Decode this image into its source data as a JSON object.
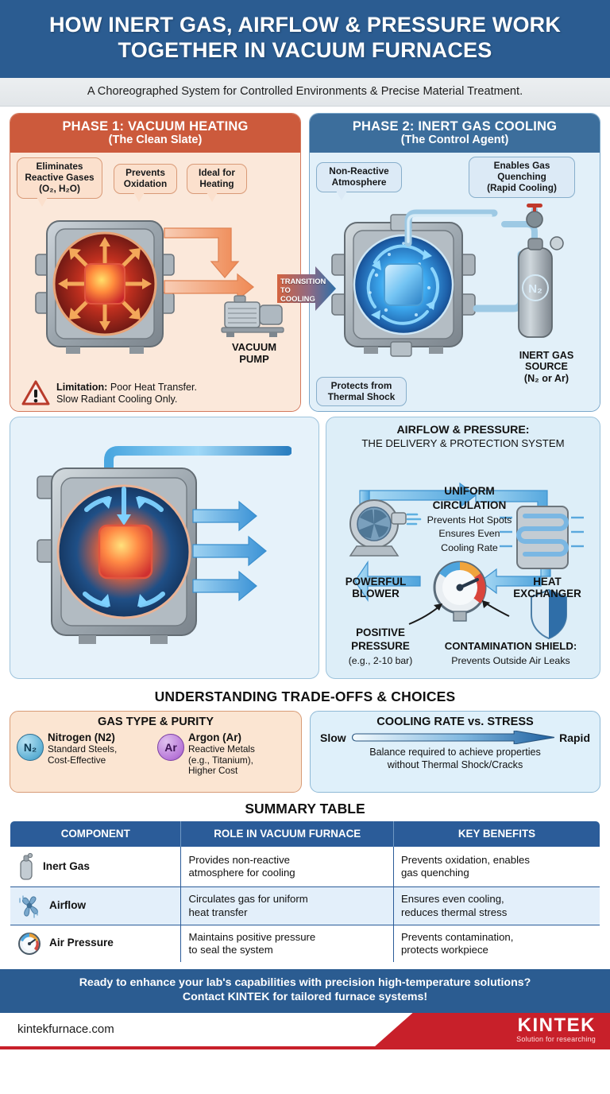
{
  "header": {
    "title": "HOW INERT GAS, AIRFLOW & PRESSURE WORK TOGETHER IN VACUUM FURNACES",
    "subtitle": "A Choreographed System for Controlled Environments & Precise Material Treatment.",
    "bg_color": "#2b5c91"
  },
  "phase1": {
    "title": "PHASE 1: VACUUM HEATING",
    "subtitle": "(The Clean Slate)",
    "header_color": "#cc5a3c",
    "body_color": "#fbe8da",
    "callouts": [
      "Eliminates Reactive Gases (O₂, H₂O)",
      "Prevents Oxidation",
      "Ideal for Heating"
    ],
    "callout_1_l1": "Eliminates",
    "callout_1_l2": "Reactive Gases",
    "callout_1_l3": "(O₂, H₂O)",
    "callout_2_l1": "Prevents",
    "callout_2_l2": "Oxidation",
    "callout_3_l1": "Ideal for",
    "callout_3_l2": "Heating",
    "pump_label_l1": "VACUUM",
    "pump_label_l2": "PUMP",
    "limitation_bold": "Limitation:",
    "limitation_rest": " Poor Heat Transfer.",
    "limitation_l2": "Slow Radiant Cooling Only."
  },
  "transition": {
    "line1": "TRANSITION",
    "line2": "TO COOLING"
  },
  "phase2": {
    "title": "PHASE 2: INERT GAS COOLING",
    "subtitle": "(The Control Agent)",
    "header_color": "#3c6e9c",
    "body_color": "#e2f0f9",
    "callout_1_l1": "Non-Reactive",
    "callout_1_l2": "Atmosphere",
    "callout_2_l1": "Enables Gas",
    "callout_2_l2": "Quenching",
    "callout_3_l1": "(Rapid Cooling)",
    "callout_4_l1": "Protects from",
    "callout_4_l2": "Thermal Shock",
    "cylinder_label": "N₂",
    "source_l1": "INERT GAS",
    "source_l2": "SOURCE",
    "source_l3": "(N₂ or Ar)"
  },
  "airflow": {
    "title_line1": "AIRFLOW & PRESSURE:",
    "title_line2": "THE DELIVERY & PROTECTION SYSTEM",
    "blower_l1": "POWERFUL",
    "blower_l2": "BLOWER",
    "uniform_l1": "UNIFORM",
    "uniform_l2": "CIRCULATION",
    "uniform_l3": "Prevents Hot Spots",
    "uniform_l4": "Ensures Even",
    "uniform_l5": "Cooling Rate",
    "hx_l1": "HEAT",
    "hx_l2": "EXCHANGER",
    "pressure_l1": "POSITIVE",
    "pressure_l2": "PRESSURE",
    "pressure_l3": "(e.g., 2-10 bar)",
    "shield_l1": "CONTAMINATION SHIELD:",
    "shield_l2": "Prevents Outside Air Leaks"
  },
  "tradeoffs": {
    "section_title": "UNDERSTANDING TRADE-OFFS & CHOICES",
    "gas_card": {
      "title": "GAS TYPE & PURITY",
      "items": [
        {
          "symbol": "N₂",
          "name": "Nitrogen (N2)",
          "desc_l1": "Standard Steels,",
          "desc_l2": "Cost-Effective",
          "desc_l3": ""
        },
        {
          "symbol": "Ar",
          "name": "Argon (Ar)",
          "desc_l1": "Reactive Metals",
          "desc_l2": "(e.g., Titanium),",
          "desc_l3": "Higher Cost"
        }
      ]
    },
    "rate_card": {
      "title": "COOLING RATE vs. STRESS",
      "slow_label": "Slow",
      "rapid_label": "Rapid",
      "note_l1": "Balance required to achieve properties",
      "note_l2": "without Thermal Shock/Cracks"
    }
  },
  "summary": {
    "title": "SUMMARY TABLE",
    "columns": [
      "COMPONENT",
      "ROLE IN VACUUM FURNACE",
      "KEY BENEFITS"
    ],
    "rows": [
      {
        "icon": "gas-cylinder-icon",
        "component": "Inert Gas",
        "role_l1": "Provides non-reactive",
        "role_l2": "atmosphere for cooling",
        "benefit_l1": "Prevents oxidation, enables",
        "benefit_l2": "gas quenching"
      },
      {
        "icon": "fan-icon",
        "component": "Airflow",
        "role_l1": "Circulates gas for uniform",
        "role_l2": "heat transfer",
        "benefit_l1": "Ensures even cooling,",
        "benefit_l2": "reduces thermal stress"
      },
      {
        "icon": "gauge-icon",
        "component": "Air Pressure",
        "role_l1": "Maintains positive pressure",
        "role_l2": "to seal the system",
        "benefit_l1": "Prevents contamination,",
        "benefit_l2": "protects workpiece"
      }
    ],
    "header_color": "#2b5c99"
  },
  "footer": {
    "cta_l1": "Ready to enhance your lab's capabilities with precision high-temperature solutions?",
    "cta_l2": "Contact KINTEK for tailored furnace systems!",
    "url": "kintekfurnace.com",
    "brand": "KINTEK",
    "tagline": "Solution for researching",
    "brand_color": "#c8202a"
  }
}
